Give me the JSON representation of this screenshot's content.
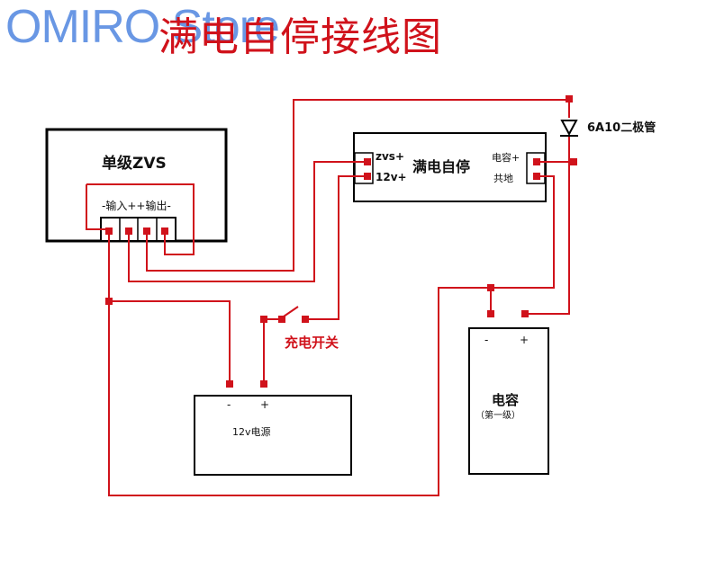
{
  "watermark": "OMIRO Store",
  "title": "满电自停接线图",
  "zvs": {
    "name": "单级ZVS",
    "port_label": "-输入++输出-"
  },
  "cutoff": {
    "name": "满电自停",
    "pin_zvs": "zvs+",
    "pin_12v": "12v+",
    "pin_cap": "电容+",
    "pin_gnd": "共地"
  },
  "diode": {
    "label": "6A10二极管"
  },
  "switch": {
    "label": "充电开关"
  },
  "psu": {
    "name": "12v电源",
    "minus": "-",
    "plus": "+"
  },
  "cap": {
    "name": "电容",
    "sub": "（第一级）",
    "minus": "-",
    "plus": "+"
  },
  "colors": {
    "wire": "#d0121b",
    "outline": "#000000"
  }
}
